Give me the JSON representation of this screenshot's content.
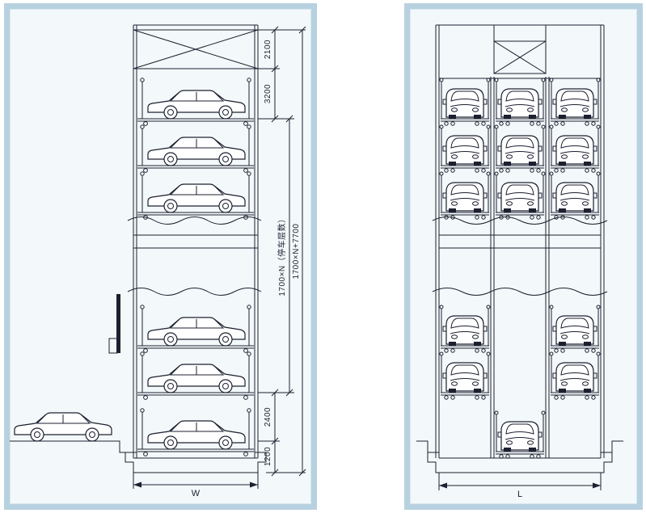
{
  "diagram": {
    "type": "vertical-lift-parking-system-elevations",
    "left_view": {
      "name": "side-elevation",
      "dims": {
        "machine_room": "2100",
        "top_section": "3200",
        "level_height": "1700×N（停车层数）",
        "total_height": "1700×N+7700",
        "entry_height": "2400",
        "pit_depth": "1200",
        "width": "W"
      }
    },
    "right_view": {
      "name": "front-elevation",
      "dims": {
        "length": "L"
      }
    }
  },
  "colors": {
    "panel_border": "#b7d1e0",
    "panel_bg": "#f3f8fa",
    "line": "#1c2030"
  }
}
